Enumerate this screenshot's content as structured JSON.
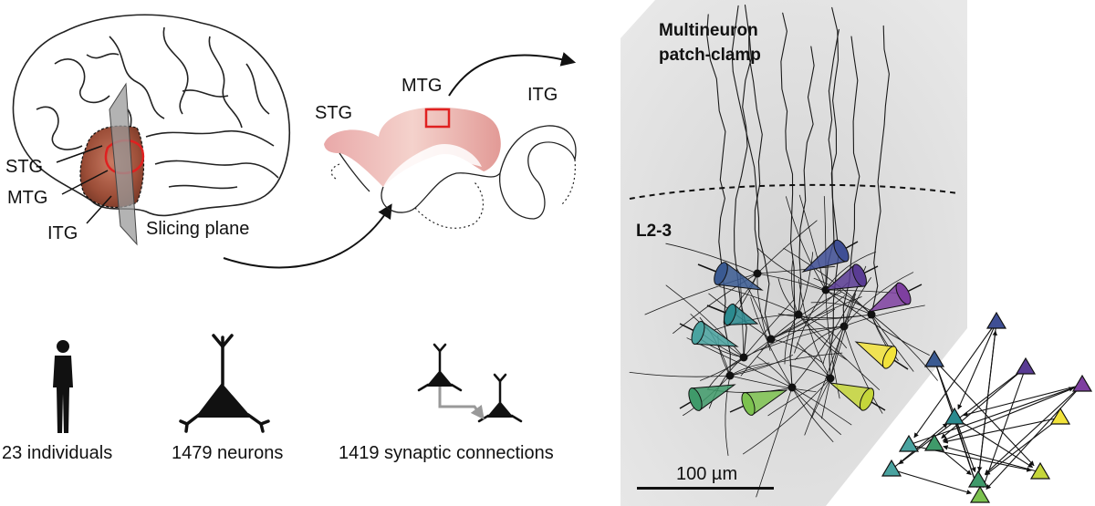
{
  "brain_panel": {
    "labels": {
      "stg": "STG",
      "mtg": "MTG",
      "itg": "ITG",
      "plane": "Slicing plane"
    }
  },
  "slice_panel": {
    "labels": {
      "stg": "STG",
      "mtg": "MTG",
      "itg": "ITG"
    }
  },
  "micrograph_panel": {
    "title_line1": "Multineuron",
    "title_line2": "patch-clamp",
    "layer_label": "L2-3",
    "scale_label": "100 µm",
    "pipette_colors": [
      "#3a5a92",
      "#2b8a8f",
      "#4aa3a0",
      "#3f9a6a",
      "#7cc24f",
      "#c5d63a",
      "#f2e33b",
      "#7e3fa0",
      "#5a3c94",
      "#3f4f95"
    ]
  },
  "stats": [
    {
      "icon": "person-icon",
      "text": "23 individuals"
    },
    {
      "icon": "neuron-icon",
      "text": "1479 neurons"
    },
    {
      "icon": "synaptic-pair-icon",
      "text": "1419 synaptic connections"
    }
  ],
  "network": {
    "node_colors": [
      "#3f4f95",
      "#3a5a92",
      "#2b8a8f",
      "#4aa3a0",
      "#3f9a6a",
      "#7cc24f",
      "#c5d63a",
      "#f2e33b",
      "#5a3c94",
      "#7e3fa0"
    ]
  }
}
